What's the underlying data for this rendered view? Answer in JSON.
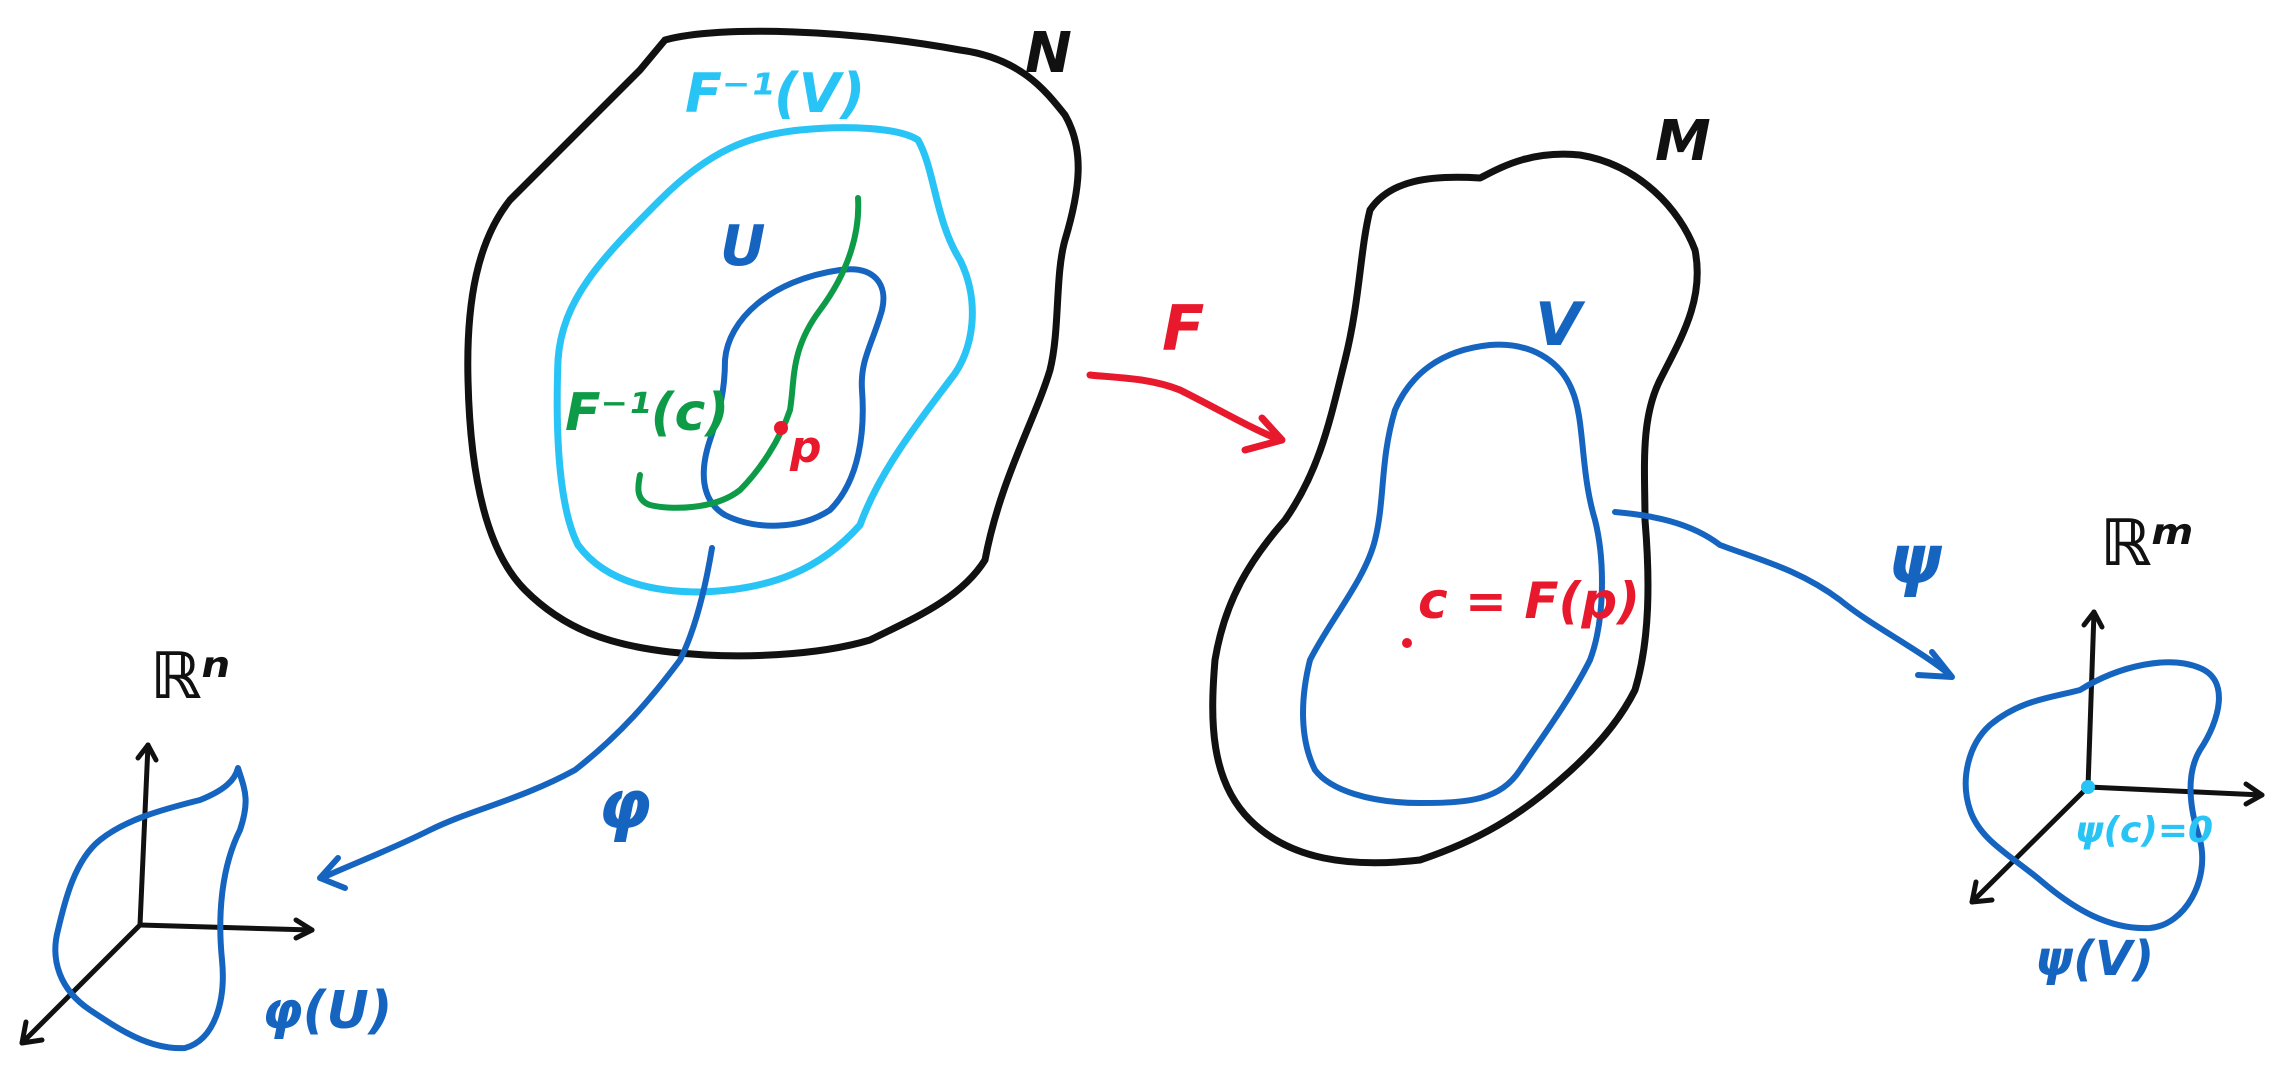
{
  "colors": {
    "black": "#111111",
    "dark_blue": "#1565c0",
    "light_blue": "#29c4f6",
    "green": "#0e9b48",
    "red": "#e8192c"
  },
  "labels": {
    "manifold_n": "N",
    "manifold_m": "M",
    "preimage_v": "F⁻¹(V)",
    "open_set_u": "U",
    "preimage_c": "F⁻¹(c)",
    "point_p": "p",
    "map_f": "F",
    "open_set_v": "V",
    "point_c": "c = F(p)",
    "chart_phi": "φ",
    "chart_psi": "ψ",
    "space_rn": "ℝⁿ",
    "space_rm": "ℝᵐ",
    "image_phi_u": "φ(U)",
    "image_psi_v": "ψ(V)",
    "psi_c_zero": "ψ(c)=0"
  }
}
